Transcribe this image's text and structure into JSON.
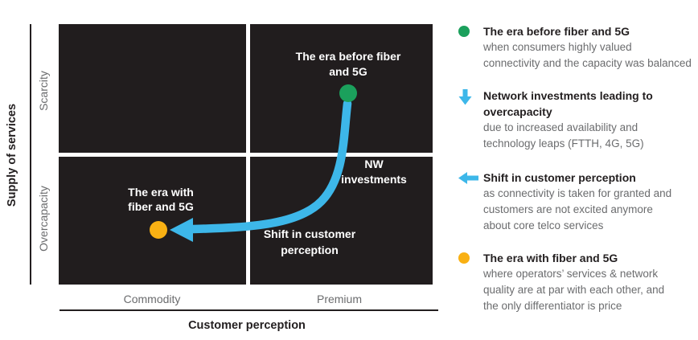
{
  "colors": {
    "quadrant_background": "#211d1e",
    "accent_blue": "#3db7e9",
    "era_before_green": "#1ba05c",
    "era_with_orange": "#f9b013",
    "text_dark": "#231f20",
    "text_gray": "#6b6c6e"
  },
  "chart": {
    "y_axis_title": "Supply of services",
    "y_tick_top": "Scarcity",
    "y_tick_bottom": "Overcapacity",
    "x_axis_title": "Customer perception",
    "x_tick_left": "Commodity",
    "x_tick_right": "Premium",
    "labels": {
      "era_before": "The era before fiber\nand 5G",
      "nw_investments": "NW\ninvestments",
      "era_with": "The era with\nfiber and 5G",
      "shift": "Shift in customer\nperception"
    }
  },
  "legend": {
    "items": [
      {
        "icon": "green-dot",
        "title": "The era before fiber and 5G",
        "desc": "when consumers highly valued\nconnectivity and the capacity was balanced"
      },
      {
        "icon": "down-arrow",
        "title": "Network investments leading to\novercapacity",
        "desc": "due to increased availability and\ntechnology leaps (FTTH, 4G, 5G)"
      },
      {
        "icon": "left-arrow",
        "title": "Shift in customer perception",
        "desc": "as connectivity is taken for granted and\ncustomers are not excited anymore\nabout core telco services"
      },
      {
        "icon": "orange-dot",
        "title": "The era with fiber and 5G",
        "desc": "where operators’ services & network\nquality are at par with each other, and\nthe only differentiator is price"
      }
    ]
  }
}
